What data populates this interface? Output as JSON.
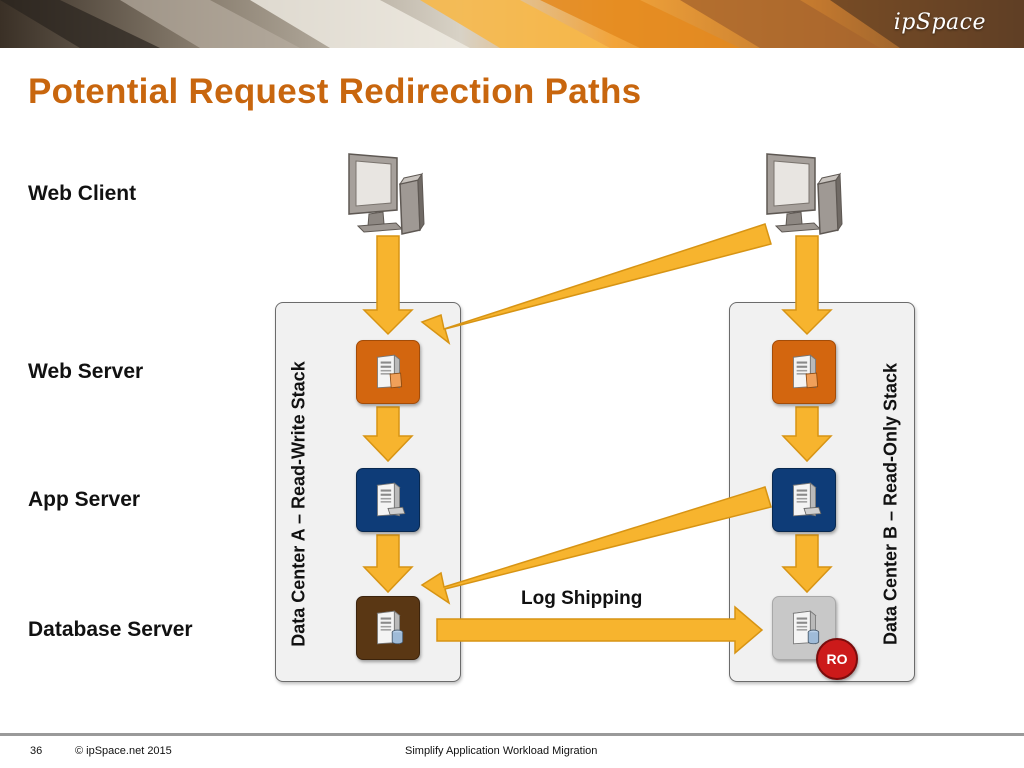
{
  "header": {
    "brand": "ipSpace"
  },
  "slide": {
    "title": "Potential Request Redirection Paths"
  },
  "rows": {
    "web_client": "Web Client",
    "web_server": "Web Server",
    "app_server": "App Server",
    "database_server": "Database Server"
  },
  "data_centers": {
    "a": "Data Center A – Read-Write Stack",
    "b": "Data Center B – Read-Only Stack"
  },
  "diagram": {
    "log_shipping": "Log Shipping",
    "ro_badge": "RO"
  },
  "footer": {
    "page_number": "36",
    "copyright": "© ipSpace.net 2015",
    "course": "Simplify Application Workload Migration"
  },
  "colors": {
    "title": "#c8660e",
    "arrow": "#f7b42e",
    "web_server": "#d3660f",
    "app_server": "#0e3c78",
    "database_server": "#5a3714",
    "read_only_db": "#c8c8c8",
    "ro_badge": "#cc1a1a"
  },
  "icons": {
    "client": "monitor-icon",
    "server": "server-tower-icon",
    "database": "database-cylinder-icon"
  }
}
